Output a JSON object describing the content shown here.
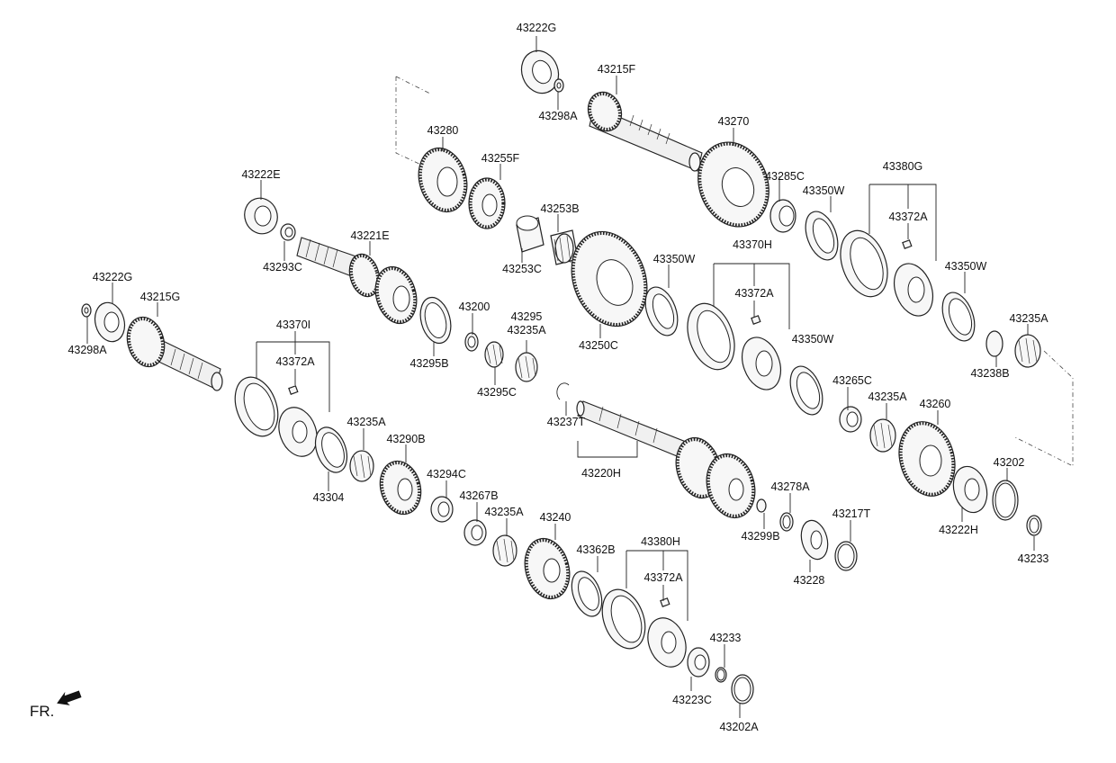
{
  "labels": {
    "p43222G_top": "43222G",
    "p43215F": "43215F",
    "p43298A_top": "43298A",
    "p43280": "43280",
    "p43270": "43270",
    "p43255F": "43255F",
    "p43222E": "43222E",
    "p43285C": "43285C",
    "p43380G": "43380G",
    "p43350W_1": "43350W",
    "p43253B": "43253B",
    "p43372A_1": "43372A",
    "p43221E": "43221E",
    "p43293C": "43293C",
    "p43253C": "43253C",
    "p43370H": "43370H",
    "p43350W_2": "43350W",
    "p43350W_3": "43350W",
    "p43222G_left": "43222G",
    "p43215G": "43215G",
    "p43372A_2": "43372A",
    "p43200": "43200",
    "p43295": "43295",
    "p43235A_1": "43235A",
    "p43250C": "43250C",
    "p43235A_2": "43235A",
    "p43298A_left": "43298A",
    "p43370I": "43370I",
    "p43350W_4": "43350W",
    "p43238B": "43238B",
    "p43372A_3": "43372A",
    "p43295B": "43295B",
    "p43295C": "43295C",
    "p43265C": "43265C",
    "p43235A_3": "43235A",
    "p43237T": "43237T",
    "p43260": "43260",
    "p43235A_4": "43235A",
    "p43290B": "43290B",
    "p43220H": "43220H",
    "p43202_right": "43202",
    "p43304": "43304",
    "p43294C": "43294C",
    "p43278A": "43278A",
    "p43267B": "43267B",
    "p43235A_5": "43235A",
    "p43217T": "43217T",
    "p43240": "43240",
    "p43299B": "43299B",
    "p43222H": "43222H",
    "p43380H": "43380H",
    "p43362B": "43362B",
    "p43228": "43228",
    "p43233_right": "43233",
    "p43372A_4": "43372A",
    "p43233_bottom": "43233",
    "p43223C": "43223C",
    "p43202A": "43202A",
    "fr": "FR."
  }
}
